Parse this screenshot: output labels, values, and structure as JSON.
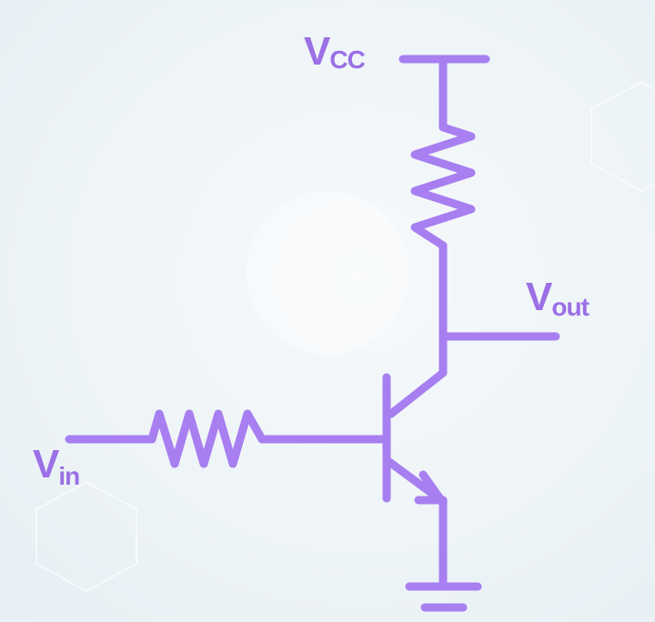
{
  "diagram": {
    "type": "common-emitter NPN transistor switch circuit",
    "wire_color": "#a77ff0",
    "label_color": "#9b6fe6",
    "background_color": "#eef4f7",
    "labels": {
      "vcc": {
        "main": "V",
        "sub": "CC"
      },
      "vout": {
        "main": "V",
        "sub": "out"
      },
      "vin": {
        "main": "V",
        "sub": "in"
      }
    },
    "components": [
      {
        "name": "collector-resistor",
        "symbol": "resistor",
        "orientation": "vertical"
      },
      {
        "name": "base-resistor",
        "symbol": "resistor",
        "orientation": "horizontal"
      },
      {
        "name": "npn-transistor",
        "symbol": "bjt-npn"
      },
      {
        "name": "ground",
        "symbol": "ground"
      },
      {
        "name": "vcc-rail",
        "symbol": "supply-rail"
      }
    ]
  }
}
